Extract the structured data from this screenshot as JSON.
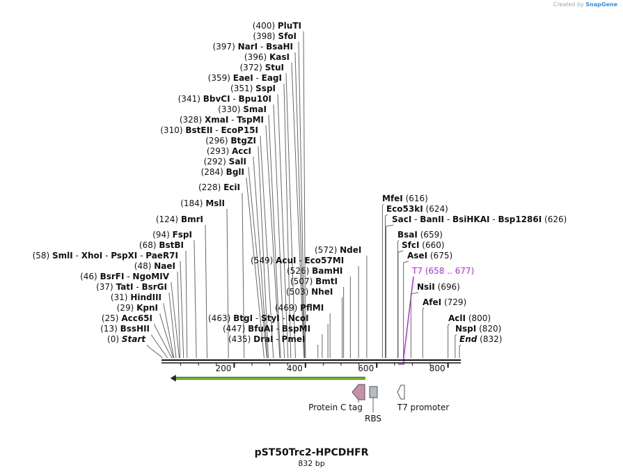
{
  "watermark": {
    "prefix": "Created by",
    "brand": "SnapGene"
  },
  "map": {
    "title": "pST50Trc2-HPCDHFR",
    "length_label": "832 bp",
    "length_bp": 832,
    "ruler_ticks": [
      "200",
      "400",
      "600",
      "800"
    ]
  },
  "sites": [
    {
      "pos": "(400)",
      "names": [
        "PluTI"
      ],
      "bp": 400
    },
    {
      "pos": "(398)",
      "names": [
        "SfoI"
      ],
      "bp": 398
    },
    {
      "pos": "(397)",
      "names": [
        "NarI",
        "BsaHI"
      ],
      "bp": 397
    },
    {
      "pos": "(396)",
      "names": [
        "KasI"
      ],
      "bp": 396
    },
    {
      "pos": "(372)",
      "names": [
        "StuI"
      ],
      "bp": 372
    },
    {
      "pos": "(359)",
      "names": [
        "EaeI",
        "EagI"
      ],
      "bp": 359
    },
    {
      "pos": "(351)",
      "names": [
        "SspI"
      ],
      "bp": 351
    },
    {
      "pos": "(341)",
      "names": [
        "BbvCI",
        "Bpu10I"
      ],
      "bp": 341
    },
    {
      "pos": "(330)",
      "names": [
        "SmaI"
      ],
      "bp": 330
    },
    {
      "pos": "(328)",
      "names": [
        "XmaI",
        "TspMI"
      ],
      "bp": 328
    },
    {
      "pos": "(310)",
      "names": [
        "BstEII",
        "EcoP15I"
      ],
      "bp": 310
    },
    {
      "pos": "(296)",
      "names": [
        "BtgZI"
      ],
      "bp": 296
    },
    {
      "pos": "(293)",
      "names": [
        "AccI"
      ],
      "bp": 293
    },
    {
      "pos": "(292)",
      "names": [
        "SalI"
      ],
      "bp": 292
    },
    {
      "pos": "(284)",
      "names": [
        "BglI"
      ],
      "bp": 284
    },
    {
      "pos": "(228)",
      "names": [
        "EciI"
      ],
      "bp": 228
    },
    {
      "pos": "(184)",
      "names": [
        "MslI"
      ],
      "bp": 184
    },
    {
      "pos": "(124)",
      "names": [
        "BmrI"
      ],
      "bp": 124
    },
    {
      "pos": "(94)",
      "names": [
        "FspI"
      ],
      "bp": 94
    },
    {
      "pos": "(68)",
      "names": [
        "BstBI"
      ],
      "bp": 68
    },
    {
      "pos": "(58)",
      "names": [
        "SmlI",
        "XhoI",
        "PspXI",
        "PaeR7I"
      ],
      "bp": 58
    },
    {
      "pos": "(48)",
      "names": [
        "NaeI"
      ],
      "bp": 48
    },
    {
      "pos": "(46)",
      "names": [
        "BsrFI",
        "NgoMIV"
      ],
      "bp": 46
    },
    {
      "pos": "(37)",
      "names": [
        "TatI",
        "BsrGI"
      ],
      "bp": 37
    },
    {
      "pos": "(31)",
      "names": [
        "HindIII"
      ],
      "bp": 31
    },
    {
      "pos": "(29)",
      "names": [
        "KpnI"
      ],
      "bp": 29
    },
    {
      "pos": "(25)",
      "names": [
        "Acc65I"
      ],
      "bp": 25
    },
    {
      "pos": "(13)",
      "names": [
        "BssHII"
      ],
      "bp": 13
    },
    {
      "pos": "(0)",
      "names": [
        "Start"
      ],
      "bp": 0,
      "italic": true
    },
    {
      "pos": "(549)",
      "names": [
        "AcuI",
        "Eco57MI"
      ],
      "bp": 549
    },
    {
      "pos": "(572)",
      "names": [
        "NdeI"
      ],
      "bp": 572
    },
    {
      "pos": "(526)",
      "names": [
        "BamHI"
      ],
      "bp": 526
    },
    {
      "pos": "(507)",
      "names": [
        "BmtI"
      ],
      "bp": 507
    },
    {
      "pos": "(503)",
      "names": [
        "NheI"
      ],
      "bp": 503
    },
    {
      "pos": "(469)",
      "names": [
        "PflMI"
      ],
      "bp": 469
    },
    {
      "pos": "(463)",
      "names": [
        "BtgI",
        "StyI",
        "NcoI"
      ],
      "bp": 463
    },
    {
      "pos": "(447)",
      "names": [
        "BfuAI",
        "BspMI"
      ],
      "bp": 447
    },
    {
      "pos": "(435)",
      "names": [
        "DraI",
        "PmeI"
      ],
      "bp": 435
    },
    {
      "pos": "(616)",
      "names": [
        "MfeI"
      ],
      "bp": 616,
      "pos_after": true
    },
    {
      "pos": "(624)",
      "names": [
        "Eco53kI"
      ],
      "bp": 624,
      "pos_after": true
    },
    {
      "pos": "(626)",
      "names": [
        "SacI",
        "BanII",
        "BsiHKAI",
        "Bsp1286I"
      ],
      "bp": 626,
      "pos_after": true
    },
    {
      "pos": "(659)",
      "names": [
        "BsaI"
      ],
      "bp": 659,
      "pos_after": true
    },
    {
      "pos": "(660)",
      "names": [
        "SfcI"
      ],
      "bp": 660,
      "pos_after": true
    },
    {
      "pos": "(675)",
      "names": [
        "AseI"
      ],
      "bp": 675,
      "pos_after": true
    },
    {
      "pos": "(658 .. 677)",
      "names": [
        "T7"
      ],
      "bp": 667,
      "pos_after": true,
      "feature": true
    },
    {
      "pos": "(696)",
      "names": [
        "NsiI"
      ],
      "bp": 696,
      "pos_after": true
    },
    {
      "pos": "(729)",
      "names": [
        "AfeI"
      ],
      "bp": 729,
      "pos_after": true
    },
    {
      "pos": "(800)",
      "names": [
        "AclI"
      ],
      "bp": 800,
      "pos_after": true
    },
    {
      "pos": "(820)",
      "names": [
        "NspI"
      ],
      "bp": 820,
      "pos_after": true
    },
    {
      "pos": "(832)",
      "names": [
        "End"
      ],
      "bp": 832,
      "pos_after": true,
      "italic": true
    }
  ],
  "features": {
    "orf": {
      "from_bp": 21,
      "to_bp": 568,
      "color": "#7dc42a",
      "direction": "left"
    },
    "protein_c_tag": {
      "label": "Protein C tag",
      "color": "#c98fa8"
    },
    "rbs": {
      "label": "RBS",
      "color": "#b4bcc6"
    },
    "t7_promoter": {
      "label": "T7 promoter",
      "color": "#ffffff"
    },
    "t7_color": "#a833c9"
  }
}
